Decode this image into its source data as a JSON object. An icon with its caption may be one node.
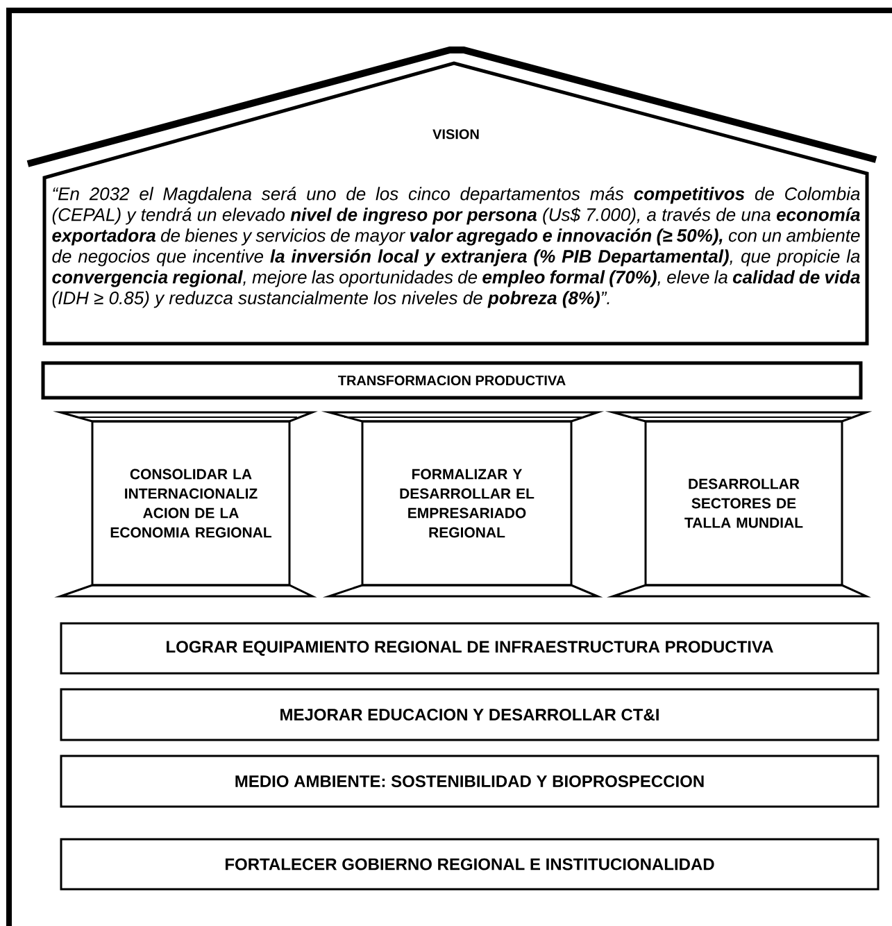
{
  "diagram": {
    "nodes": [
      {
        "text": [
          "VISION",
          "“En 2032 el Magdalena será uno de los cinco departamentos más **competitivos** de Colombia (CEPAL) y tendrá un elevado **nivel de ingreso por persona** (Us$ 7.000), a través de una **economía exportadora** de bienes y servicios de mayor **valor agregado e innovación (≥ 50%),** con un ambiente de negocios que incentive **la inversión local y extranjera (% PIB Departamental)**, que propicie la **convergencia regional**, mejore las oportunidades de **empleo formal (70%)**, eleve la **calidad de vida** (IDH ≥ 0.85) y reduzca sustancialmente los niveles de **pobreza (8%)**”."
        ]
      },
      {
        "text": [
          "TRANSFORMACION PRODUCTIVA"
        ]
      },
      {
        "text": [
          "CONSOLIDAR LA INTERNACIONALIZ ACION DE LA ECONOMIA REGIONAL"
        ]
      },
      {
        "text": [
          "FORMALIZAR Y DESARROLLAR EL EMPRESARIADO REGIONAL"
        ]
      },
      {
        "text": [
          "DESARROLLAR SECTORES DE TALLA MUNDIAL"
        ]
      },
      {
        "text": [
          "LOGRAR EQUIPAMIENTO REGIONAL DE INFRAESTRUCTURA PRODUCTIVA"
        ]
      },
      {
        "text": [
          "MEJORAR EDUCACION Y DESARROLLAR CT&I"
        ]
      },
      {
        "text": [
          "MEDIO AMBIENTE: SOSTENIBILIDAD Y BIOPROSPECCION"
        ]
      },
      {
        "text": [
          "FORTALECER GOBIERNO REGIONAL E INSTITUCIONALIDAD"
        ]
      }
    ]
  }
}
